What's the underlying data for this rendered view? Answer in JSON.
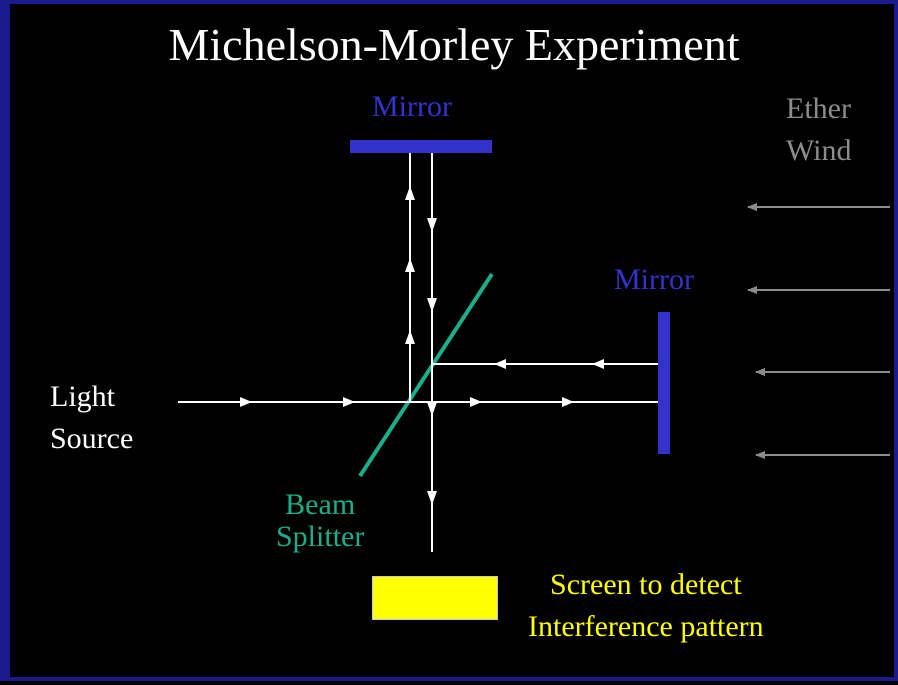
{
  "title": "Michelson-Morley Experiment",
  "labels": {
    "mirror_top": "Mirror",
    "mirror_right": "Mirror",
    "ether_line1": "Ether",
    "ether_line2": "Wind",
    "light_line1": "Light",
    "light_line2": "Source",
    "beam_line1": "Beam",
    "beam_line2": "Splitter",
    "screen_line1": "Screen to detect",
    "screen_line2": "Interference pattern"
  },
  "colors": {
    "background": "#000000",
    "border": "#1a1a8c",
    "mirror": "#3333cc",
    "beam_splitter": "#1aaf8c",
    "ether": "#8c8c8c",
    "screen": "#ffff00",
    "light_paths": "#ffffff"
  }
}
